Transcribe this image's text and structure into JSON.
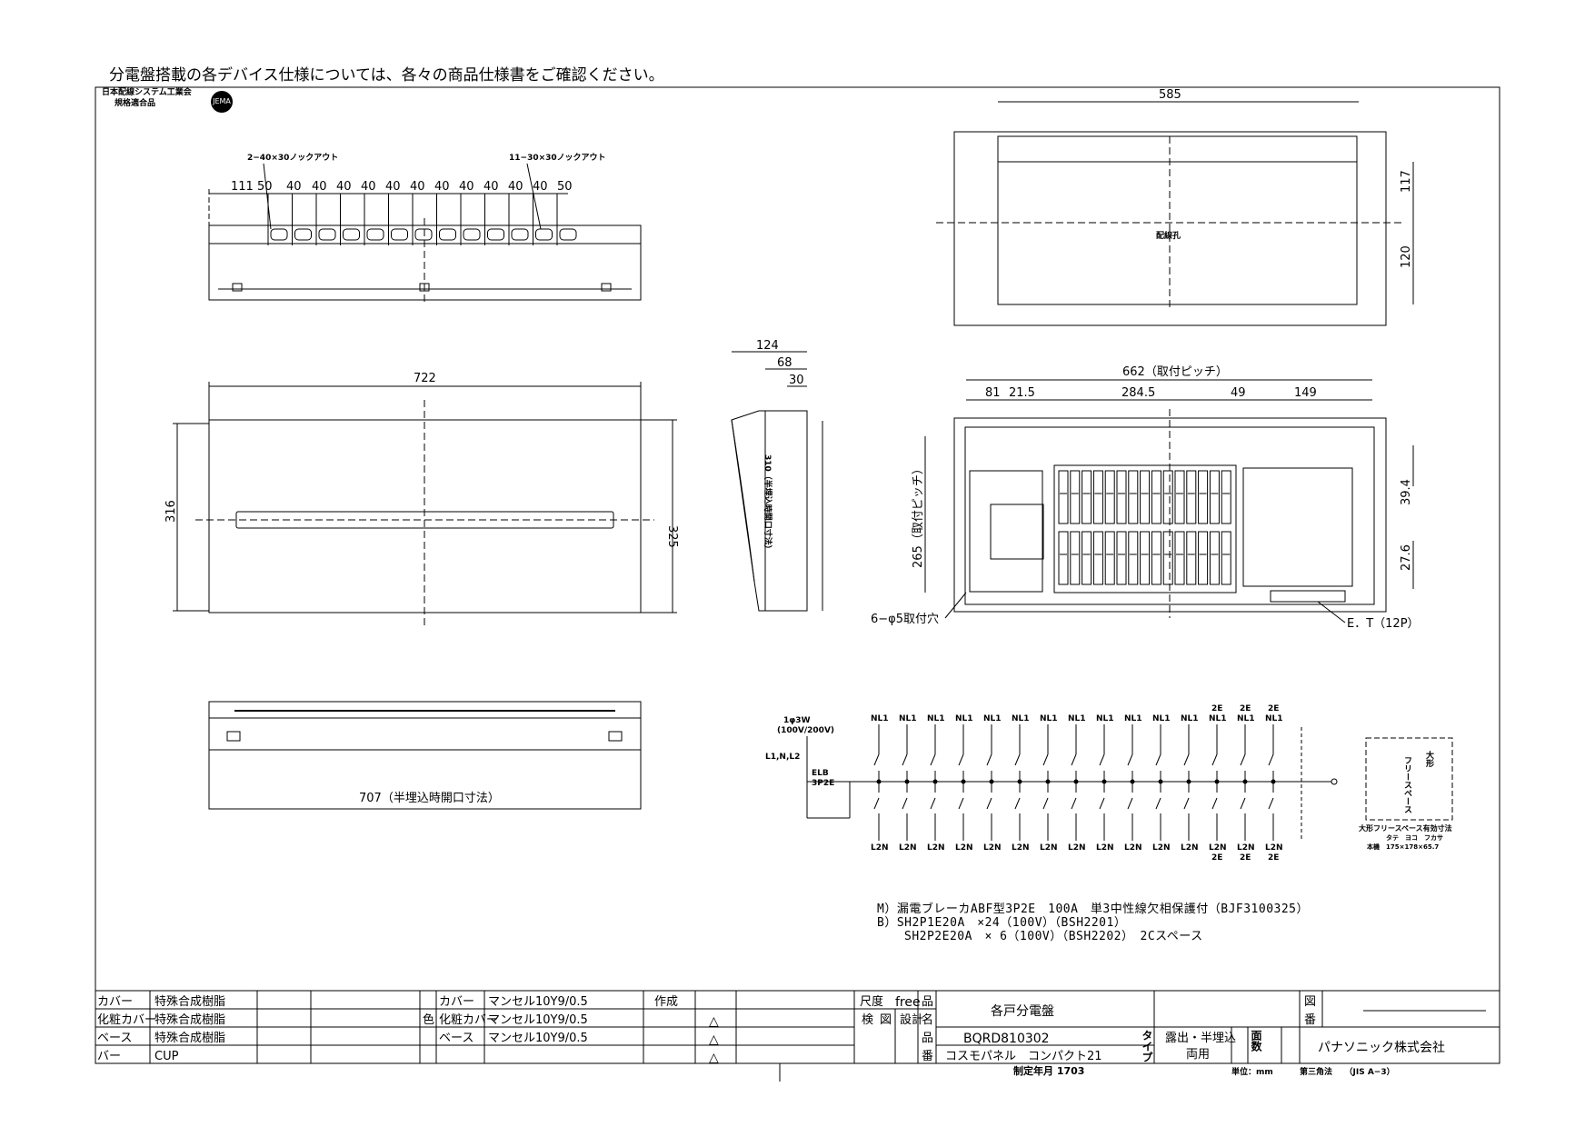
{
  "header": {
    "note": "分電盤搭載の各デバイス仕様については、各々の商品仕様書をご確認ください。",
    "jis_line1": "日本配線システム工業会",
    "jis_line2": "規格適合品",
    "jis_mark": "JEMA"
  },
  "top_view": {
    "knockout_left": "2−40×30ノックアウト",
    "knockout_right": "11−30×30ノックアウト",
    "dims": [
      "111",
      "50",
      "40",
      "40",
      "40",
      "40",
      "40",
      "40",
      "40",
      "40",
      "40",
      "40",
      "40",
      "50"
    ]
  },
  "front_view": {
    "width": "722",
    "height_left": "316",
    "height_right": "325"
  },
  "side_view": {
    "depth": "124",
    "d68": "68",
    "d30": "30",
    "opening": "310（半埋込時開口寸法）"
  },
  "rear_top": {
    "width": "585",
    "d117": "117",
    "d120": "120",
    "hole": "配線孔"
  },
  "rear_inner": {
    "pitch": "662（取付ピッチ）",
    "d81": "81",
    "d21_5": "21.5",
    "d284_5": "284.5",
    "d49": "49",
    "d149": "149",
    "v265": "265（取付ピッチ）",
    "d39_4": "39.4",
    "d27_6": "27.6",
    "holes": "6−φ5取付穴",
    "et": "E．T（12P）"
  },
  "bottom_view": {
    "opening": "707（半埋込時開口寸法）"
  },
  "circuit": {
    "supply1": "1φ3W",
    "supply2": "(100V/200V)",
    "phase": "L1,N,L2",
    "elb1": "ELB",
    "elb2": "3P2E",
    "top_labels": [
      "NL1",
      "NL1",
      "NL1",
      "NL1",
      "NL1",
      "NL1",
      "NL1",
      "NL1",
      "NL1",
      "NL1",
      "NL1",
      "NL1",
      "NL1",
      "NL1",
      "NL1"
    ],
    "top_2e": [
      "2E",
      "2E",
      "2E"
    ],
    "bottom_labels": [
      "L2N",
      "L2N",
      "L2N",
      "L2N",
      "L2N",
      "L2N",
      "L2N",
      "L2N",
      "L2N",
      "L2N",
      "L2N",
      "L2N",
      "L2N",
      "L2N",
      "L2N"
    ],
    "bottom_2e": [
      "2E",
      "2E",
      "2E"
    ],
    "free_space": "フリースペース",
    "big": "大形",
    "free_note": "大形フリースペース有効寸法",
    "free_cols": "タテ　ヨコ　フカサ",
    "free_vals": "本機　175×178×65.7"
  },
  "specs": [
    "M）漏電ブレーカABF型3P2E　100A　単3中性線欠相保護付（BJF3100325）",
    "B）SH2P1E20A　×24（100V）（BSH2201）",
    "SH2P2E20A　× 6（100V）（BSH2202）　2Cスペース"
  ],
  "title_block": {
    "materials": [
      {
        "part": "カバー",
        "material": "特殊合成樹脂"
      },
      {
        "part": "化粧カバー",
        "material": "特殊合成樹脂"
      },
      {
        "part": "ベース",
        "material": "特殊合成樹脂"
      },
      {
        "part": "バー",
        "material": "CUP"
      }
    ],
    "color_label": "色",
    "colors": [
      {
        "part": "カバー",
        "value": "マンセル10Y9/0.5"
      },
      {
        "part": "化粧カバー",
        "value": "マンセル10Y9/0.5"
      },
      {
        "part": "ベース",
        "value": "マンセル10Y9/0.5"
      }
    ],
    "sakusei": "作成",
    "marks": [
      "△",
      "△",
      "△"
    ],
    "scale_label": "尺度",
    "scale": "free",
    "ken": "検",
    "zu": "図",
    "sekkei": "設計",
    "hinmei1": "品",
    "hinmei2": "名",
    "hinban1": "品",
    "hinban2": "番",
    "product_name": "各戸分電盤",
    "product_no": "BQRD810302",
    "series": "コスモパネル　コンパクト21",
    "type_label": "タイプ",
    "type_value": "露出・半埋込",
    "type_value2": "両用",
    "face_label": "面数",
    "zuban1": "図",
    "zuban2": "番",
    "company": "パナソニック株式会社",
    "date": "制定年月 1703",
    "unit": "単位：mm",
    "projection": "第三角法　　（JIS A−3）"
  }
}
